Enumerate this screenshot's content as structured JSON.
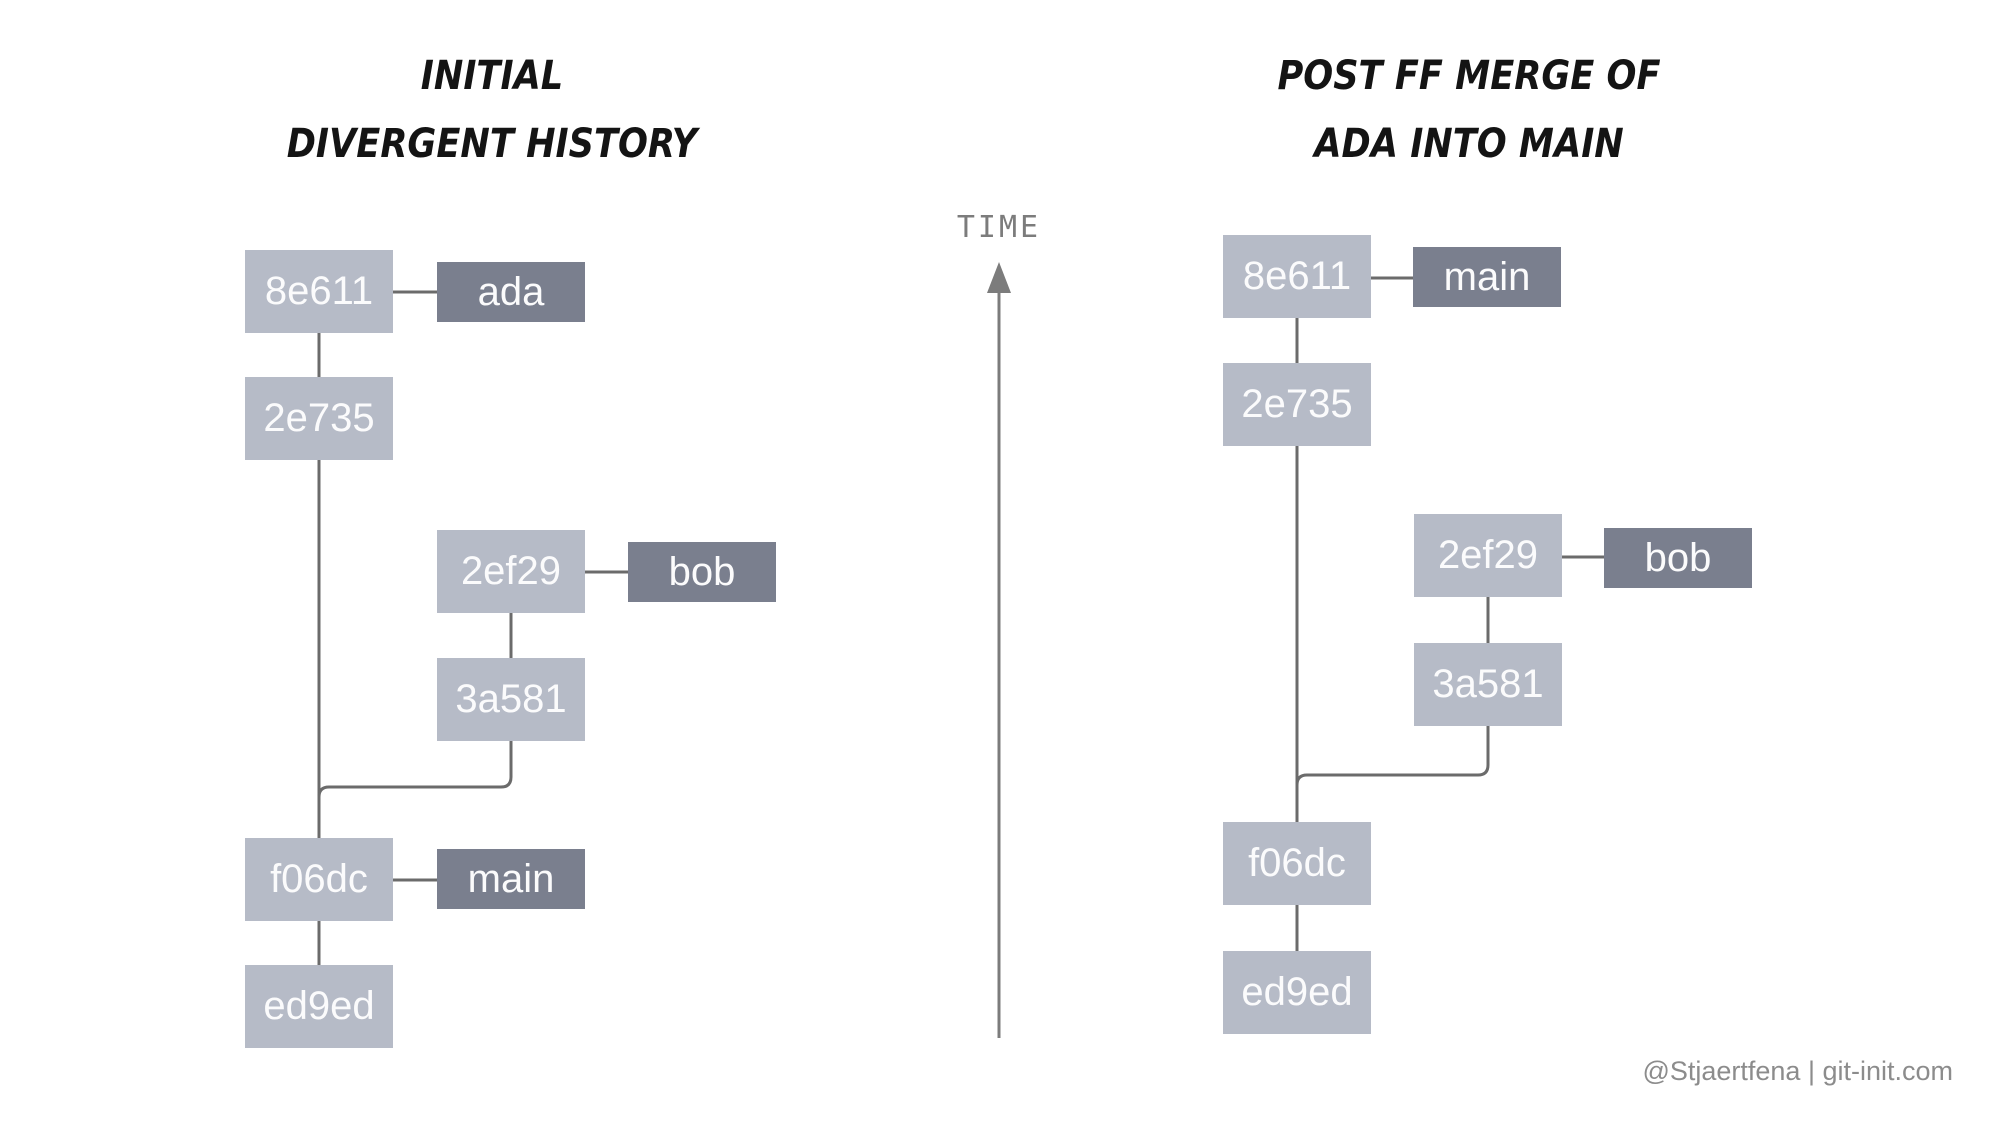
{
  "colors": {
    "background": "#ffffff",
    "commit_box": "#b6bbc7",
    "branch_box": "#7a7f8e",
    "box_text": "#fbfbfc",
    "connector": "#6b6b6b",
    "time_axis": "#7c7c7c",
    "title_text": "#141414",
    "watermark_text": "#8c8c8c"
  },
  "left_diagram": {
    "title_lines": [
      "INITIAL",
      "DIVERGENT HISTORY"
    ],
    "commits": [
      "8e611",
      "2e735",
      "2ef29",
      "3a581",
      "f06dc",
      "ed9ed"
    ],
    "branches": [
      "ada",
      "bob",
      "main"
    ]
  },
  "right_diagram": {
    "title_lines": [
      "POST FF MERGE OF",
      "ADA INTO MAIN"
    ],
    "commits": [
      "8e611",
      "2e735",
      "2ef29",
      "3a581",
      "f06dc",
      "ed9ed"
    ],
    "branches": [
      "main",
      "bob"
    ]
  },
  "time_axis": {
    "label": "TIME"
  },
  "footer": {
    "credit": "@Stjaertfena | git-init.com"
  }
}
